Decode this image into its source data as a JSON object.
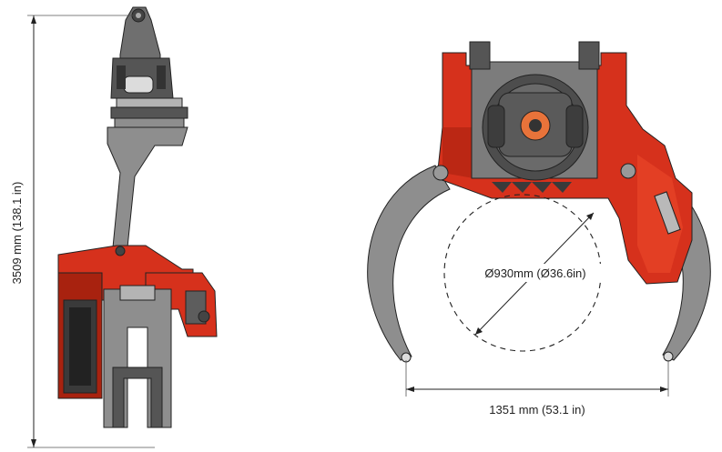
{
  "dimensions": {
    "height_label": "3509 mm (138.1 in)",
    "diameter_label": "Ø930mm (Ø36.6in)",
    "width_label": "1351 mm (53.1 in)"
  },
  "colors": {
    "body_red": "#d6311c",
    "steel_gray": "#8e8e8e",
    "dark_gray": "#555555",
    "dimension_line": "#222222"
  }
}
